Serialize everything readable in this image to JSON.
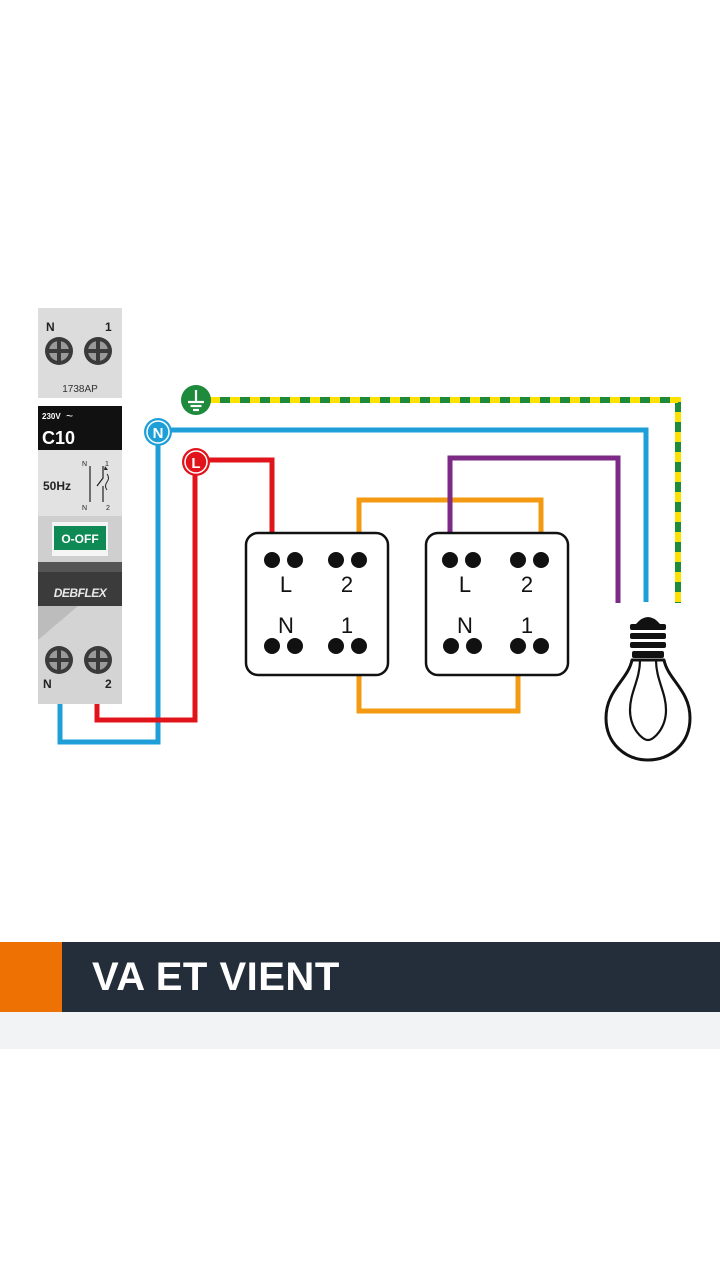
{
  "colors": {
    "phase": "#e2141b",
    "neutral": "#1e9fd8",
    "earth_green": "#1d8a3c",
    "earth_yellow": "#ffe100",
    "traveller": "#f39a12",
    "lamp_return": "#7d2a86",
    "banner_bg": "#232e3a",
    "banner_accent": "#ee7203"
  },
  "breaker": {
    "top_left_terminal": "N",
    "top_right_terminal": "1",
    "model": "1738AP",
    "voltage": "230V",
    "ac_symbol": "~",
    "rating": "C10",
    "frequency": "50Hz",
    "symbol_n_top": "N",
    "symbol_1": "1",
    "symbol_n_bottom": "N",
    "symbol_2": "2",
    "switch_label": "O-OFF",
    "brand": "DEBFLEX",
    "bottom_left_terminal": "N",
    "bottom_right_terminal": "2"
  },
  "badges": {
    "neutral": "N",
    "phase": "L"
  },
  "switch_1": {
    "l": "L",
    "t2": "2",
    "n": "N",
    "t1": "1"
  },
  "switch_2": {
    "l": "L",
    "t2": "2",
    "n": "N",
    "t1": "1"
  },
  "banner": {
    "title": "VA ET VIENT"
  }
}
